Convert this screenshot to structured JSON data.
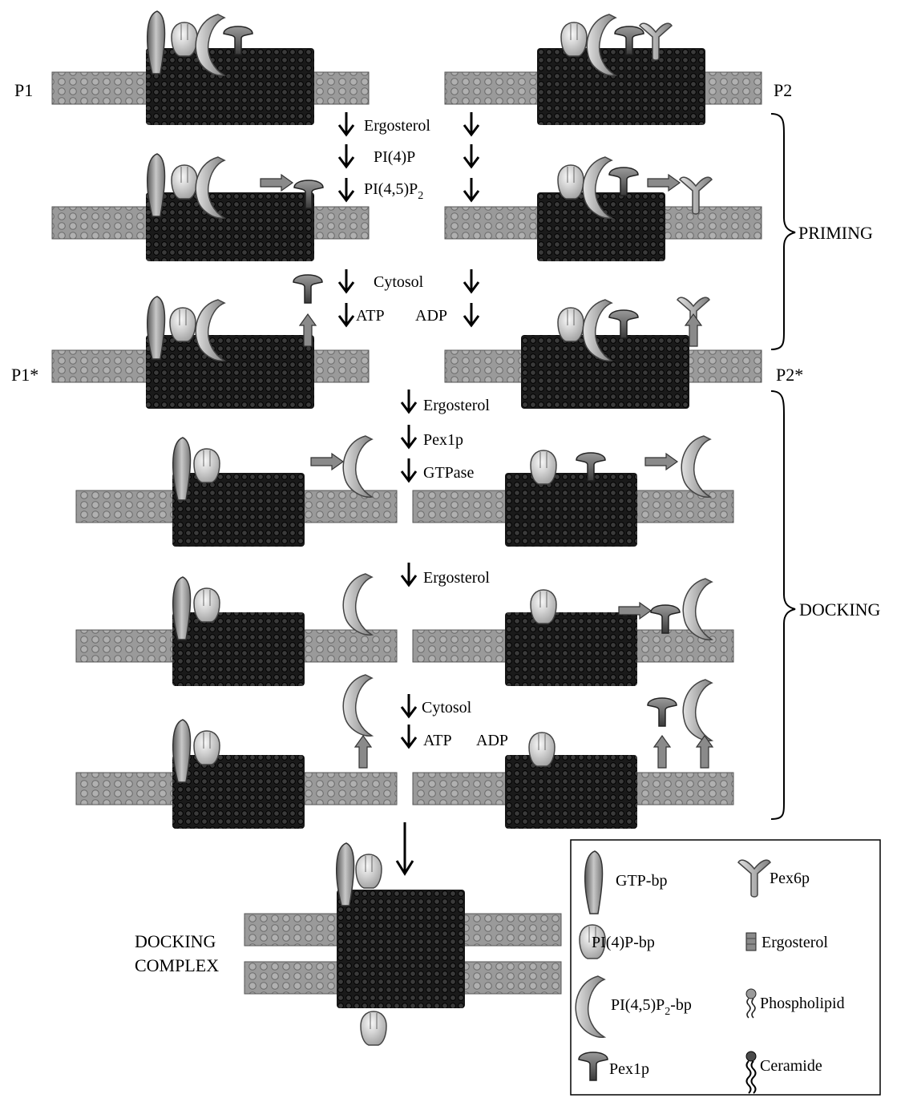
{
  "stage_labels": {
    "p1": "P1",
    "p2": "P2",
    "p1_star": "P1*",
    "p2_star": "P2*",
    "priming": "PRIMING",
    "docking": "DOCKING",
    "docking_complex_line1": "DOCKING",
    "docking_complex_line2": "COMPLEX"
  },
  "step_labels": {
    "s1_a": "Ergosterol",
    "s1_b": "PI(4)P",
    "s1_c_main": "PI(4,5)P",
    "s1_c_sub": "2",
    "s2_a": "Cytosol",
    "s2_b": "ATP",
    "s2_c": "ADP",
    "s3_a": "Ergosterol",
    "s3_b": "Pex1p",
    "s3_c": "GTPase",
    "s4_a": "Ergosterol",
    "s5_a": "Cytosol",
    "s5_b": "ATP",
    "s5_c": "ADP"
  },
  "legend": {
    "gtp_bp": "GTP-bp",
    "pi4p_bp": "PI(4)P-bp",
    "pi45p2_bp_main": "PI(4,5)P",
    "pi45p2_bp_sub": "2",
    "pi45p2_bp_tail": "-bp",
    "pex1p": "Pex1p",
    "pex6p": "Pex6p",
    "ergosterol": "Ergosterol",
    "phospholipid": "Phospholipid",
    "ceramide": "Ceramide"
  },
  "colors": {
    "membrane_band": "#9a9a9a",
    "membrane_dots": "#6a6a6a",
    "raft": "#1a1a1a",
    "protein_light": "#e6e6e6",
    "protein_mid": "#b8b8b8",
    "protein_dark": "#707070",
    "arrow": "#000000",
    "move_arrow": "#8a8a8a"
  }
}
